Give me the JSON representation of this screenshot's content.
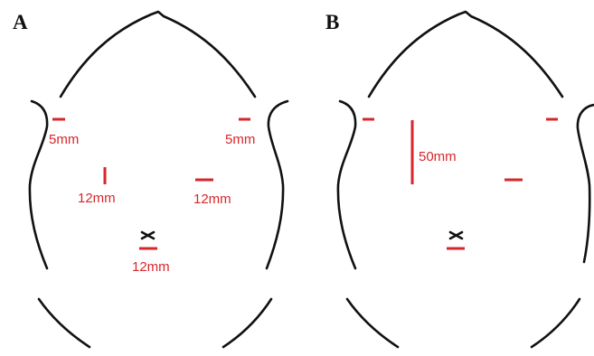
{
  "panels": {
    "a": {
      "letter": "A",
      "labels": {
        "left_upper": "5mm",
        "right_upper": "5mm",
        "left_mid": "12mm",
        "right_mid": "12mm",
        "center_low": "12mm"
      }
    },
    "b": {
      "letter": "B",
      "labels": {
        "vertical": "50mm"
      }
    }
  },
  "colors": {
    "outline": "#111111",
    "incision": "#d7262b",
    "cross": "#111111",
    "background": "#ffffff"
  }
}
